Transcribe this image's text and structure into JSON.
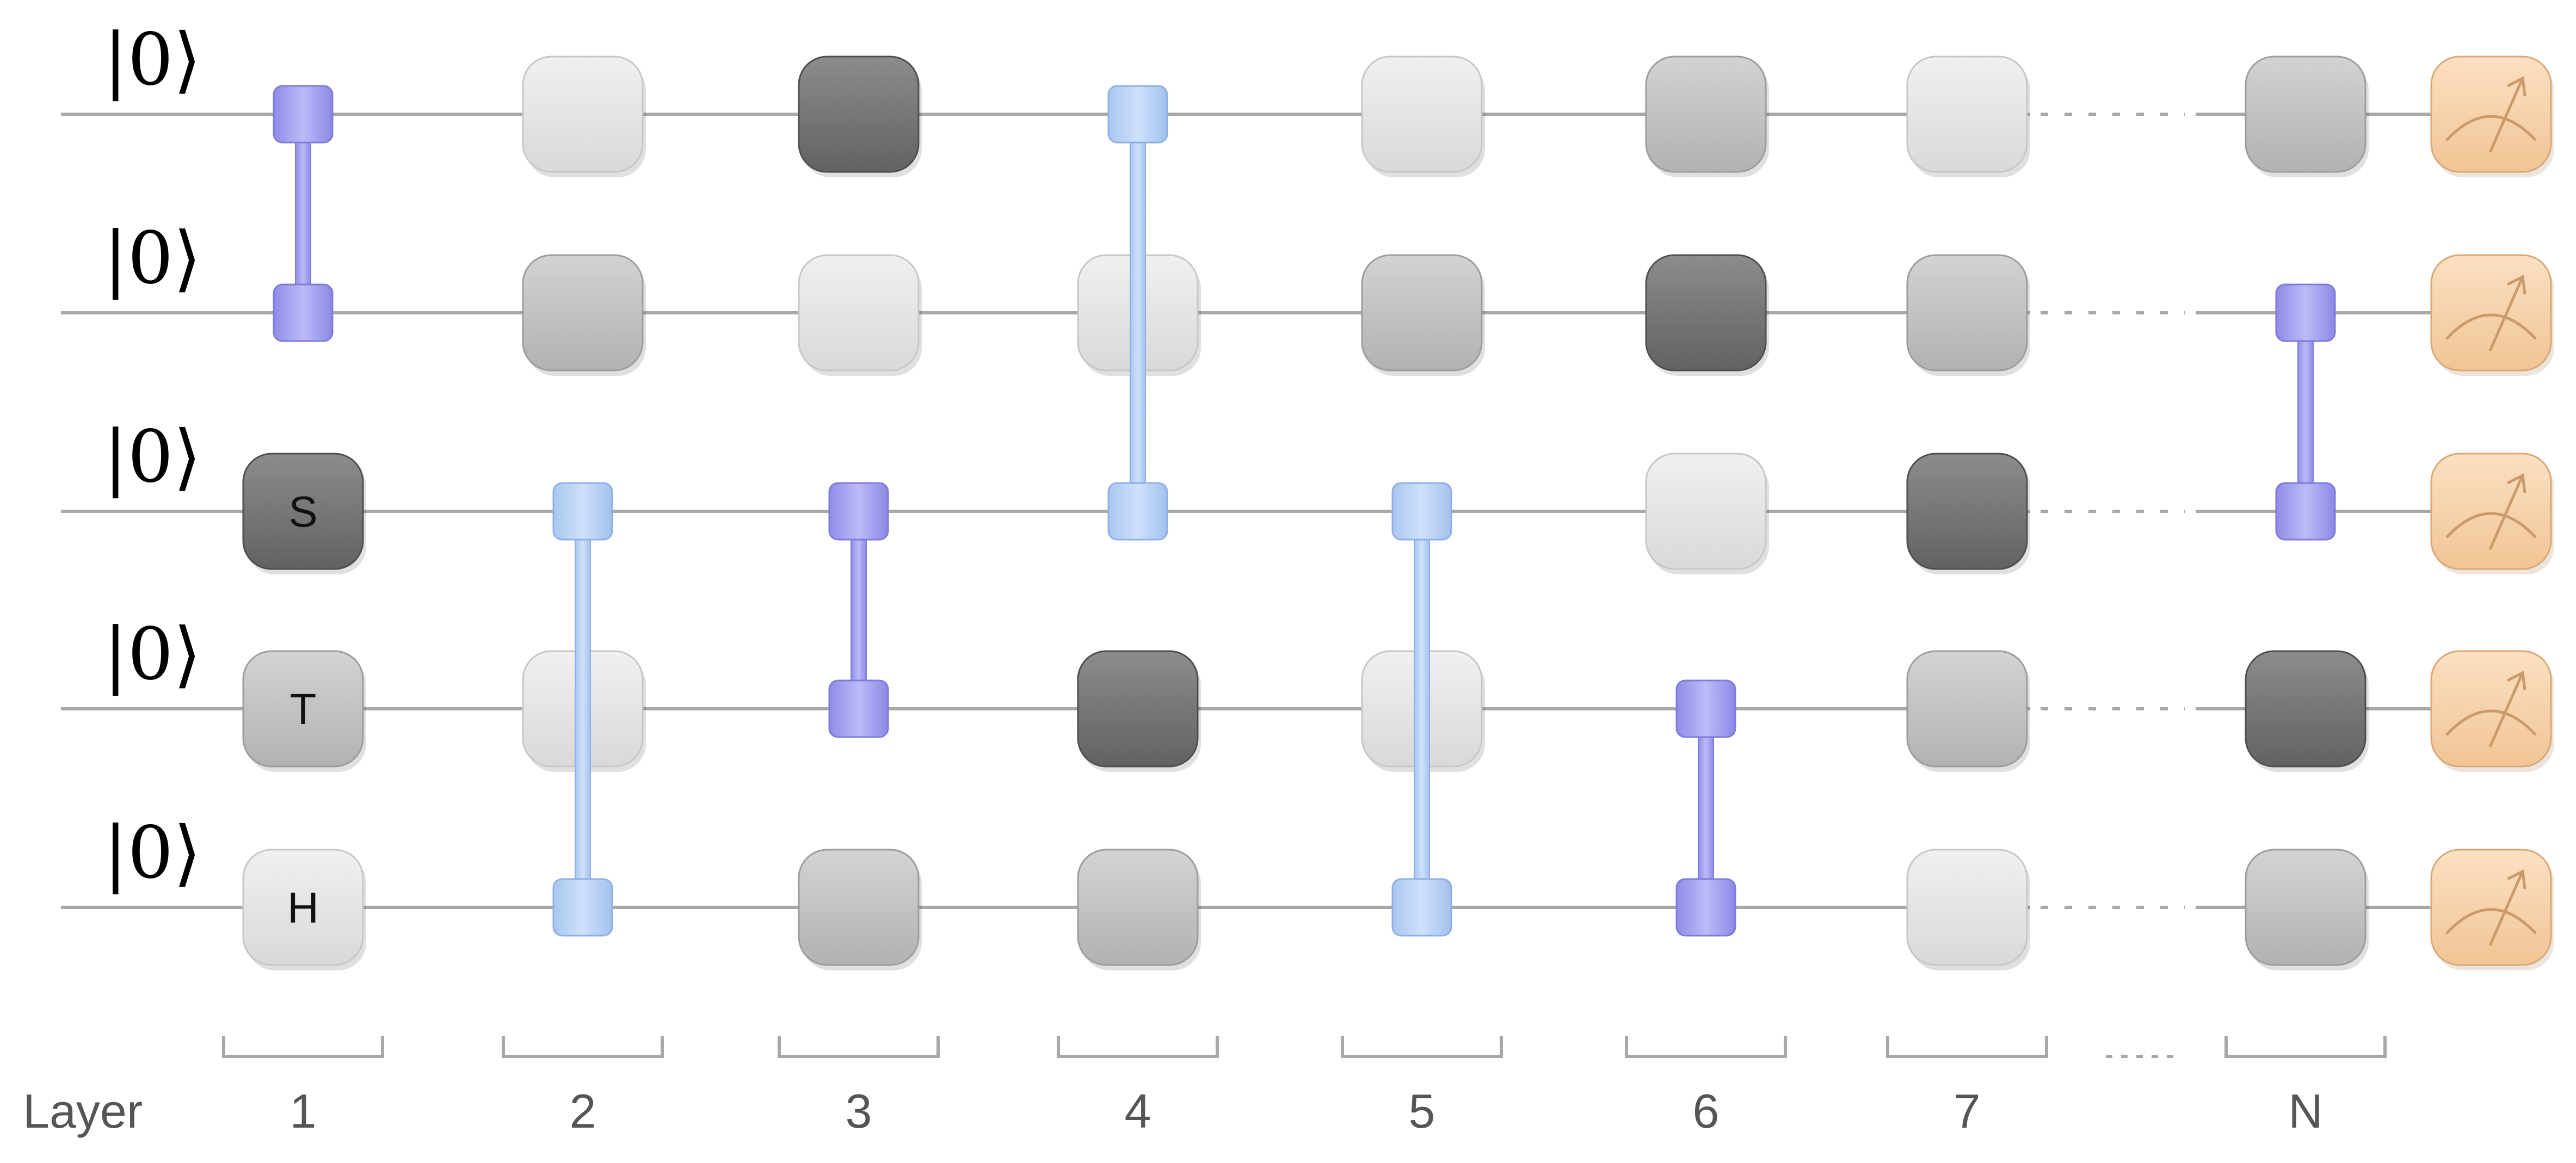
{
  "colors": {
    "wire": "#a8a8a8",
    "gate_light": "#e4e4e4",
    "gate_medium": "#c4c4c4",
    "gate_dark": "#7a7a7a",
    "connector_blue": "#b7d2f6",
    "connector_purple": "#a9a6f3",
    "measurement": "#f7d2aa",
    "measurement_line": "#c99a6a",
    "bracket": "#a8a8a8",
    "label_text": "#555555"
  },
  "qubits": [
    {
      "ket": "|0⟩"
    },
    {
      "ket": "|0⟩"
    },
    {
      "ket": "|0⟩"
    },
    {
      "ket": "|0⟩"
    },
    {
      "ket": "|0⟩"
    }
  ],
  "layer_axis": {
    "label": "Layer",
    "layers": [
      "1",
      "2",
      "3",
      "4",
      "5",
      "6",
      "7",
      "N"
    ],
    "ellipsis": "......"
  },
  "gates": [
    {
      "layer": 0,
      "qubit": 2,
      "shade": "dark",
      "label": "S"
    },
    {
      "layer": 0,
      "qubit": 3,
      "shade": "medium",
      "label": "T"
    },
    {
      "layer": 0,
      "qubit": 4,
      "shade": "light",
      "label": "H"
    },
    {
      "layer": 1,
      "qubit": 0,
      "shade": "light"
    },
    {
      "layer": 1,
      "qubit": 1,
      "shade": "medium"
    },
    {
      "layer": 1,
      "qubit": 3,
      "shade": "light"
    },
    {
      "layer": 2,
      "qubit": 0,
      "shade": "dark"
    },
    {
      "layer": 2,
      "qubit": 1,
      "shade": "light"
    },
    {
      "layer": 2,
      "qubit": 4,
      "shade": "medium"
    },
    {
      "layer": 3,
      "qubit": 1,
      "shade": "light"
    },
    {
      "layer": 3,
      "qubit": 3,
      "shade": "dark"
    },
    {
      "layer": 3,
      "qubit": 4,
      "shade": "medium"
    },
    {
      "layer": 4,
      "qubit": 0,
      "shade": "light"
    },
    {
      "layer": 4,
      "qubit": 1,
      "shade": "medium"
    },
    {
      "layer": 4,
      "qubit": 3,
      "shade": "light"
    },
    {
      "layer": 5,
      "qubit": 0,
      "shade": "medium"
    },
    {
      "layer": 5,
      "qubit": 1,
      "shade": "dark"
    },
    {
      "layer": 5,
      "qubit": 2,
      "shade": "light"
    },
    {
      "layer": 6,
      "qubit": 0,
      "shade": "light"
    },
    {
      "layer": 6,
      "qubit": 1,
      "shade": "medium"
    },
    {
      "layer": 6,
      "qubit": 2,
      "shade": "dark"
    },
    {
      "layer": 6,
      "qubit": 3,
      "shade": "medium"
    },
    {
      "layer": 6,
      "qubit": 4,
      "shade": "light"
    },
    {
      "layer": 7,
      "qubit": 0,
      "shade": "medium"
    },
    {
      "layer": 7,
      "qubit": 3,
      "shade": "dark"
    },
    {
      "layer": 7,
      "qubit": 4,
      "shade": "medium"
    }
  ],
  "connectors": [
    {
      "layer": 0,
      "from": 0,
      "to": 1,
      "color": "purple"
    },
    {
      "layer": 1,
      "from": 2,
      "to": 4,
      "color": "blue"
    },
    {
      "layer": 2,
      "from": 2,
      "to": 3,
      "color": "purple"
    },
    {
      "layer": 3,
      "from": 0,
      "to": 2,
      "color": "blue"
    },
    {
      "layer": 4,
      "from": 2,
      "to": 4,
      "color": "blue"
    },
    {
      "layer": 5,
      "from": 3,
      "to": 4,
      "color": "purple"
    },
    {
      "layer": 7,
      "from": 1,
      "to": 2,
      "color": "purple"
    }
  ],
  "measurements": [
    {
      "qubit": 0,
      "icon": "meter-icon"
    },
    {
      "qubit": 1,
      "icon": "meter-icon"
    },
    {
      "qubit": 2,
      "icon": "meter-icon"
    },
    {
      "qubit": 3,
      "icon": "meter-icon"
    },
    {
      "qubit": 4,
      "icon": "meter-icon"
    }
  ]
}
